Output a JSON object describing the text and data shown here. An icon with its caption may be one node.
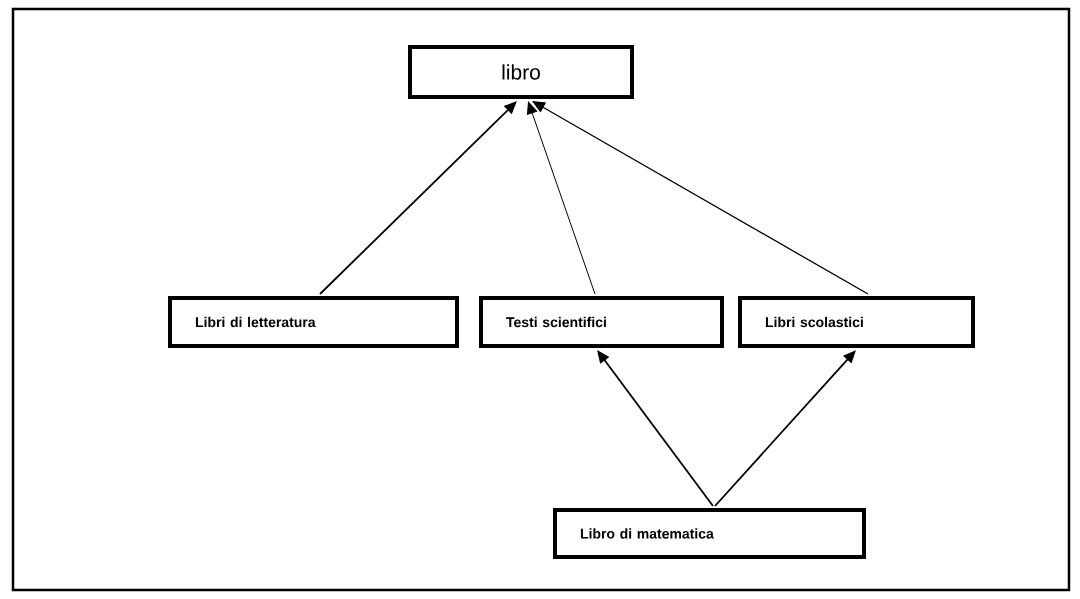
{
  "diagram": {
    "nodes": [
      {
        "text": [
          "libro"
        ]
      },
      {
        "text": [
          "Libri di letteratura"
        ]
      },
      {
        "text": [
          "Testi scientifici"
        ]
      },
      {
        "text": [
          "Libri scolastici"
        ]
      },
      {
        "text": [
          "Libro di matematica"
        ]
      }
    ],
    "edges": [
      {
        "from": 1,
        "to": 0,
        "arrow": "to"
      },
      {
        "from": 2,
        "to": 0,
        "arrow": "to"
      },
      {
        "from": 3,
        "to": 0,
        "arrow": "to"
      },
      {
        "from": 4,
        "to": 2,
        "arrow": "to"
      },
      {
        "from": 4,
        "to": 3,
        "arrow": "to"
      }
    ]
  }
}
